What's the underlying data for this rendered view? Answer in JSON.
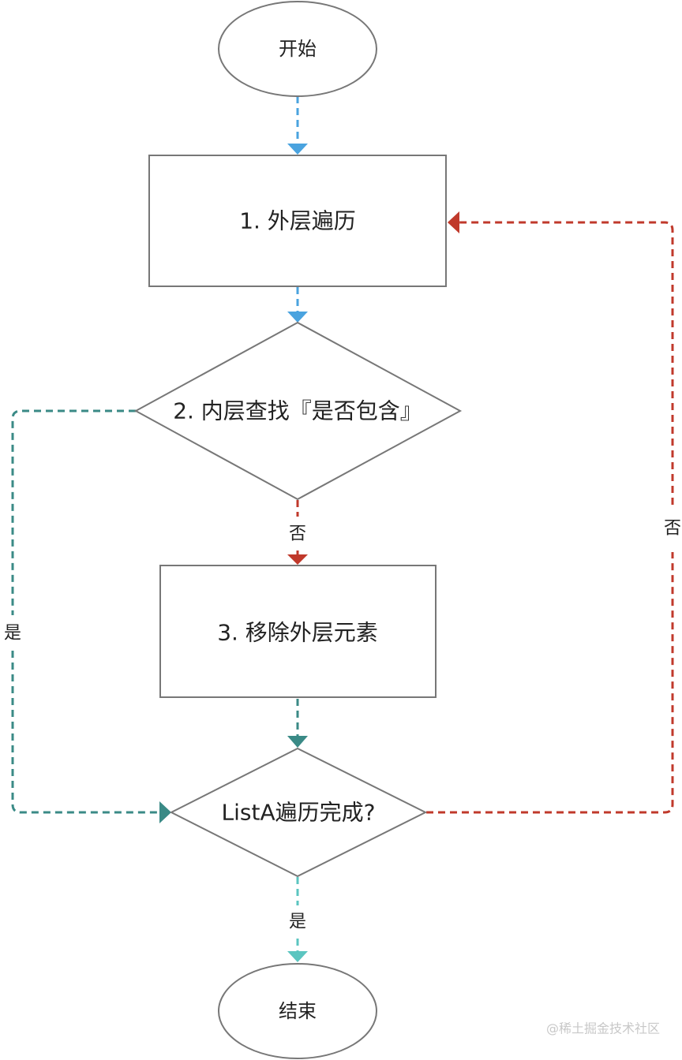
{
  "nodes": {
    "start": "开始",
    "outer_loop": "1. 外层遍历",
    "inner_search": "2. 内层查找『是否包含』",
    "remove": "3. 移除外层元素",
    "done_check": "ListA遍历完成?",
    "end": "结束"
  },
  "edge_labels": {
    "inner_no": "否",
    "inner_yes": "是",
    "done_no": "否",
    "done_yes": "是"
  },
  "colors": {
    "blue": "#4aa3df",
    "red": "#c0392b",
    "teal": "#3a8a86",
    "cyan": "#5bc5c0",
    "stroke": "#777777"
  },
  "watermark": "@稀土掘金技术社区"
}
